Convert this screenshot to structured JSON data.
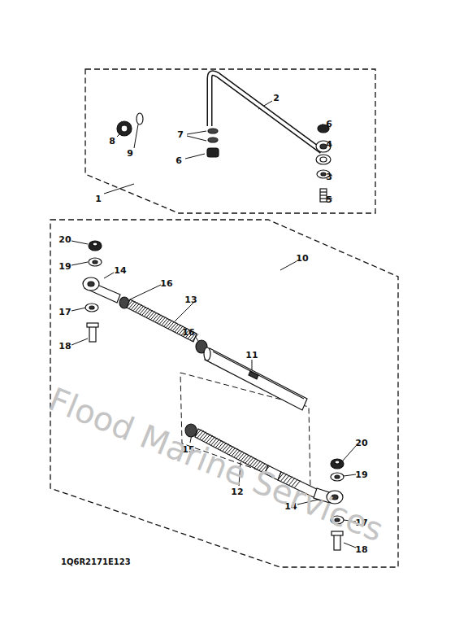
{
  "diagram": {
    "labels": [
      "1",
      "2",
      "6",
      "4",
      "3",
      "5",
      "7",
      "6",
      "8",
      "9",
      "10",
      "20",
      "19",
      "14",
      "16",
      "17",
      "18",
      "13",
      "16",
      "11",
      "15",
      "12",
      "20",
      "19",
      "14",
      "17",
      "18",
      "1Q6R2171E123",
      "Flood Marine Services"
    ]
  }
}
